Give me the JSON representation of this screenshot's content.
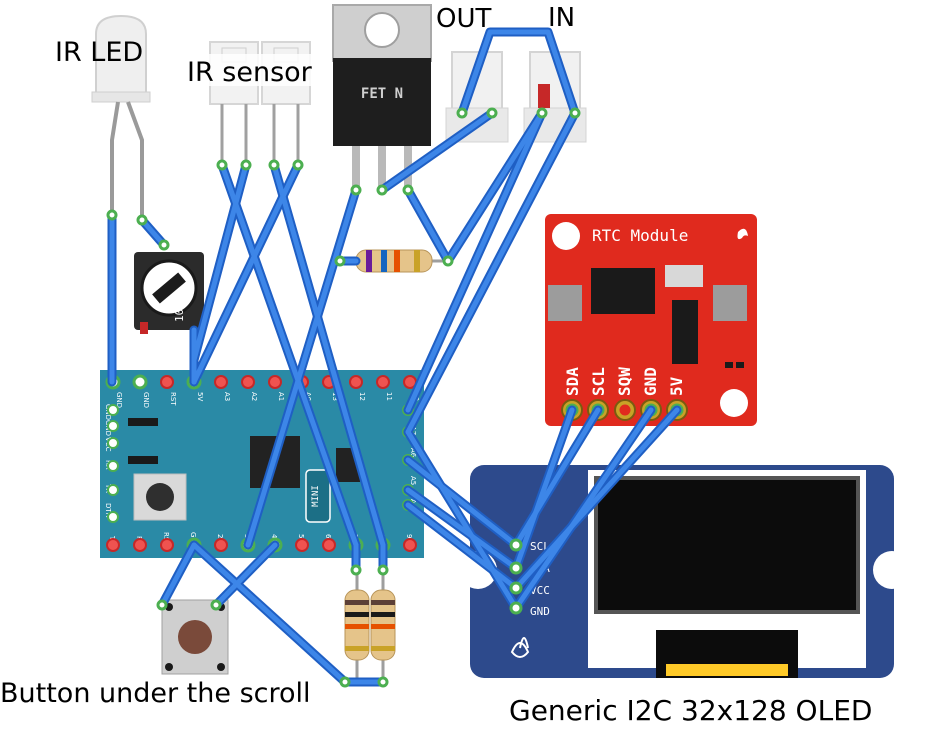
{
  "labels": {
    "ir_led": "IR LED",
    "ir_sensor": "IR sensor",
    "out": "OUT",
    "in": "IN",
    "fet": "FET N",
    "rtc": "RTC Module",
    "button": "Button under the scroll",
    "oled": "Generic I2C 32x128 OLED",
    "pot_code": "104",
    "mini": "MINI"
  },
  "rtc_pins": [
    "SDA",
    "SCL",
    "SQW",
    "GND",
    "5V"
  ],
  "oled_pins": [
    "SCL",
    "SDA",
    "VCC",
    "GND"
  ],
  "arduino": {
    "top_pins": [
      "GND",
      "GND",
      "RST",
      "5V",
      "A3",
      "A2",
      "A1",
      "A0",
      "13",
      "12",
      "11",
      "10"
    ],
    "bottom_pins": [
      "TX",
      "RX",
      "RST",
      "GND",
      "2",
      "3",
      "4",
      "5",
      "6",
      "7",
      "8",
      "9"
    ],
    "left_pins": [
      "GND",
      "GND",
      "VCC",
      "RX",
      "TX",
      "DTR"
    ],
    "right_pins": [
      "A7",
      "A6",
      "A5",
      "A4"
    ]
  },
  "colors": {
    "wire": "#1f5fc4",
    "wire_highlight": "#3d86e8",
    "arduino_board": "#2a8aa6",
    "rtc_board": "#e02a1e",
    "oled_board": "#2d4a8c",
    "pin_green": "#4caf50"
  }
}
